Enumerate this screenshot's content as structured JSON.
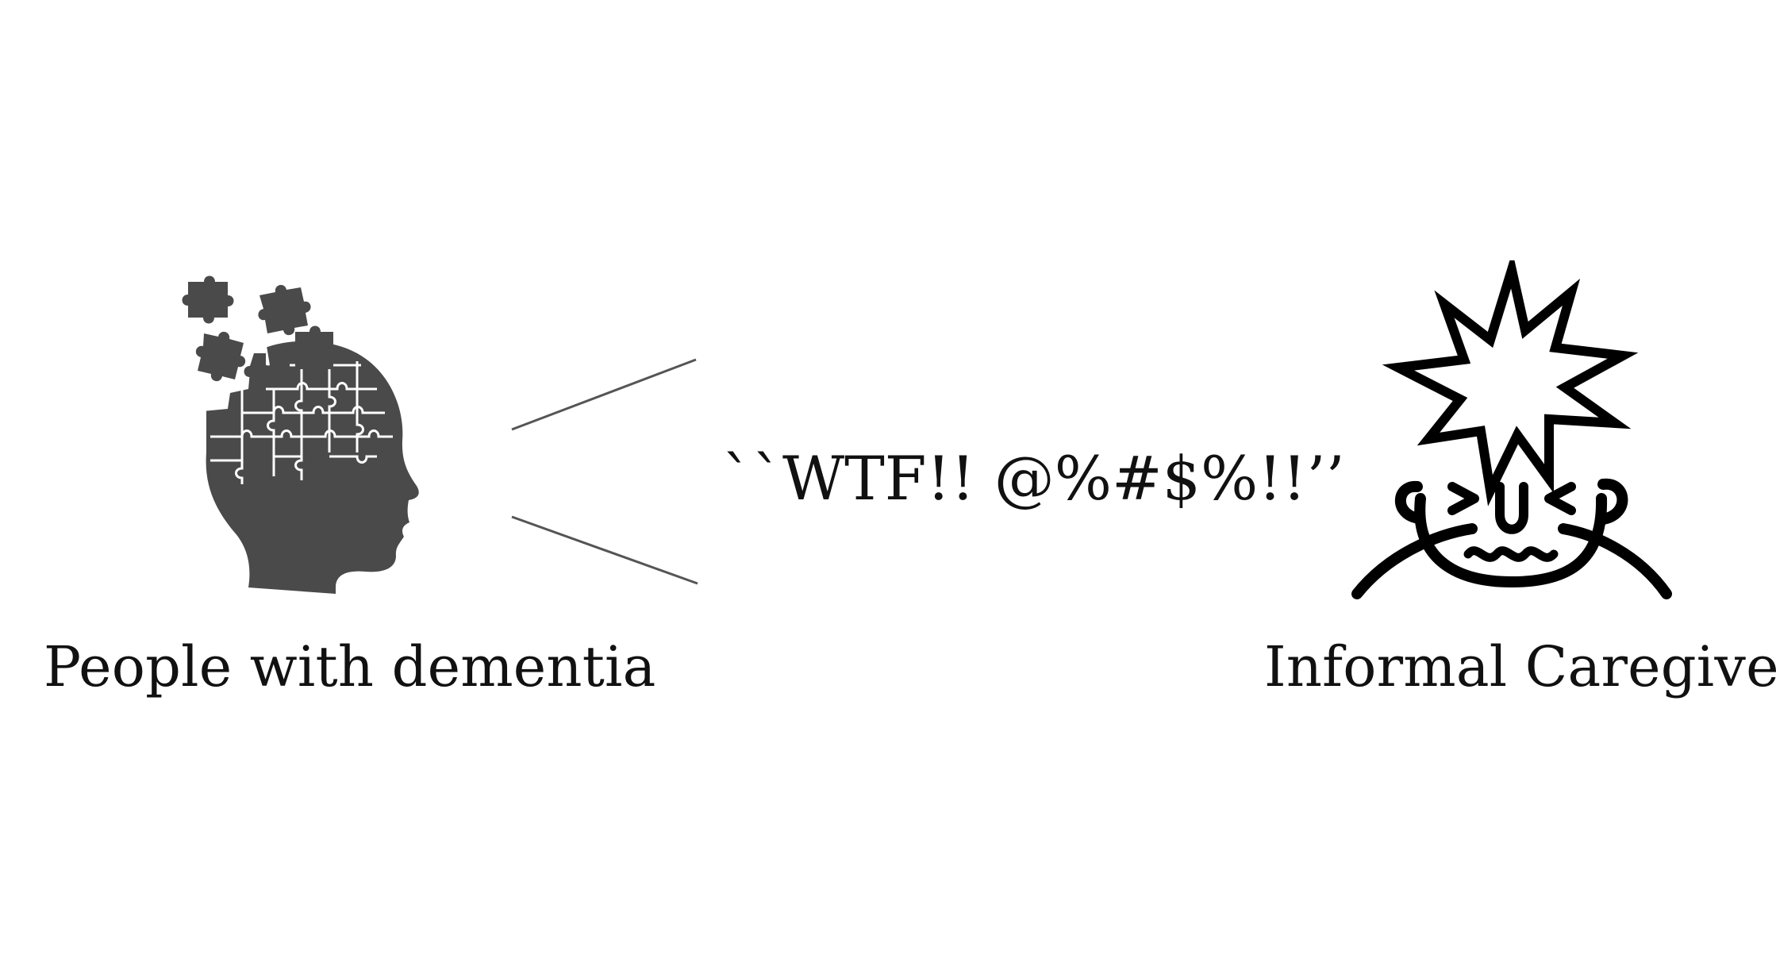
{
  "left_group": {
    "label": "People with dementia",
    "icon": "puzzle-head-icon",
    "icon_color": "#4a4a4a"
  },
  "right_group": {
    "label": "Informal Caregivers",
    "icon": "frustrated-face-icon",
    "icon_color": "#000000"
  },
  "speech_text": "``WTF!! @%#$%!!’’",
  "connector_color": "#555555"
}
